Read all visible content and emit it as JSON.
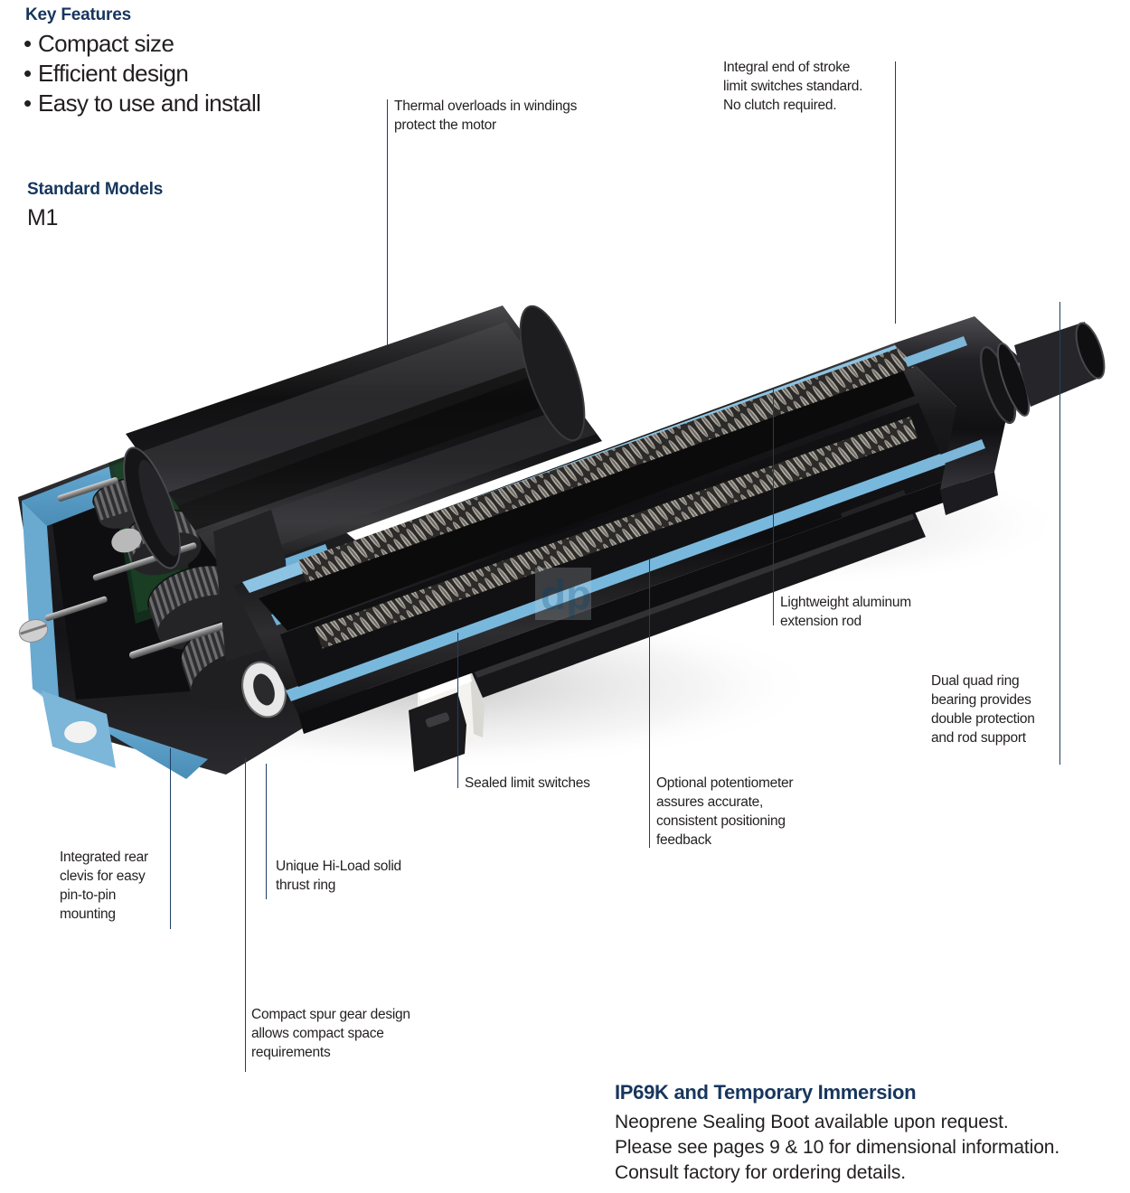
{
  "features": {
    "heading": "Key Features",
    "items": [
      "Compact size",
      "Efficient design",
      "Easy to use and install"
    ]
  },
  "models": {
    "heading": "Standard Models",
    "value": "M1"
  },
  "callouts": [
    {
      "id": "thermal-overloads",
      "lines": [
        "Thermal overloads in windings",
        "protect the motor"
      ]
    },
    {
      "id": "limit-switches-standard",
      "lines": [
        "Integral end of stroke",
        "limit switches standard.",
        "No clutch required."
      ]
    },
    {
      "id": "extension-rod",
      "lines": [
        "Lightweight aluminum",
        "extension rod"
      ]
    },
    {
      "id": "dual-quad-ring",
      "lines": [
        "Dual quad ring",
        "bearing provides",
        "double protection",
        "and rod support"
      ]
    },
    {
      "id": "sealed-limit-switches",
      "lines": [
        "Sealed limit switches"
      ]
    },
    {
      "id": "optional-potentiometer",
      "lines": [
        "Optional potentiometer",
        "assures accurate,",
        "consistent positioning",
        "feedback"
      ]
    },
    {
      "id": "integrated-rear-clevis",
      "lines": [
        "Integrated rear",
        "clevis for easy",
        "pin-to-pin",
        "mounting"
      ]
    },
    {
      "id": "thrust-ring",
      "lines": [
        "Unique Hi-Load solid",
        "thrust ring"
      ]
    },
    {
      "id": "spur-gear-design",
      "lines": [
        "Compact spur gear design",
        "allows compact space",
        "requirements"
      ]
    }
  ],
  "immersion": {
    "heading": "IP69K and Temporary Immersion",
    "lines": [
      "Neoprene Sealing Boot available upon request.",
      "Please see pages 9 & 10 for dimensional information.",
      "Consult factory for ordering details."
    ]
  },
  "watermark": {
    "text": "dp"
  },
  "colors": {
    "heading_navy": "#17365d",
    "leader_line": "#1d3f66",
    "body_text": "#231f20",
    "cutaway_blue": "#5fa3cc",
    "cutaway_blue_light": "#8cc3e2",
    "housing_black": "#1b1b1d"
  }
}
